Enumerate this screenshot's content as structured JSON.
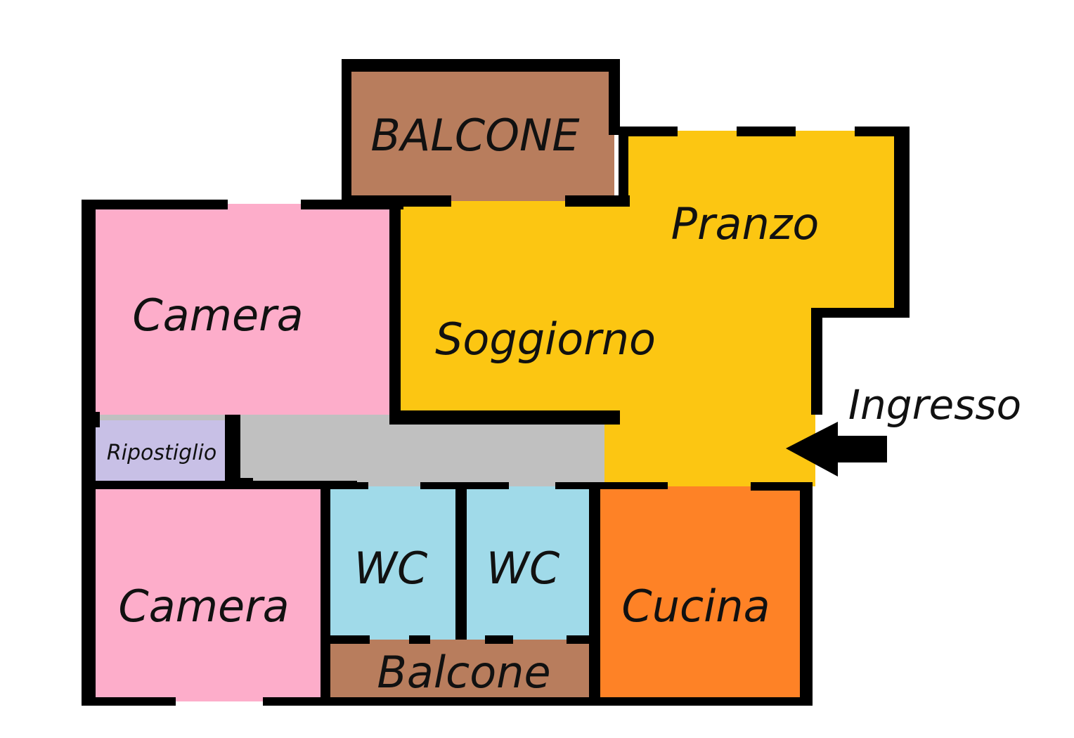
{
  "colors": {
    "camera": "#fdadca",
    "soggiorno": "#fcc612",
    "balcone": "#b87d5d",
    "wc": "#a0dae9",
    "cucina": "#fe8226",
    "ripostiglio": "#c8c0e6",
    "corridoio": "#c0c0c0",
    "wall": "#000000"
  },
  "rooms": {
    "balcone_top": "BALCONE",
    "pranzo": "Pranzo",
    "camera_top": "Camera",
    "soggiorno": "Soggiorno",
    "ripostiglio": "Ripostiglio",
    "wc_left": "WC",
    "wc_right": "WC",
    "camera_bottom": "Camera",
    "cucina": "Cucina",
    "balcone_bottom": "Balcone"
  },
  "entrance": {
    "label": "Ingresso",
    "icon": "arrow-left-icon"
  }
}
